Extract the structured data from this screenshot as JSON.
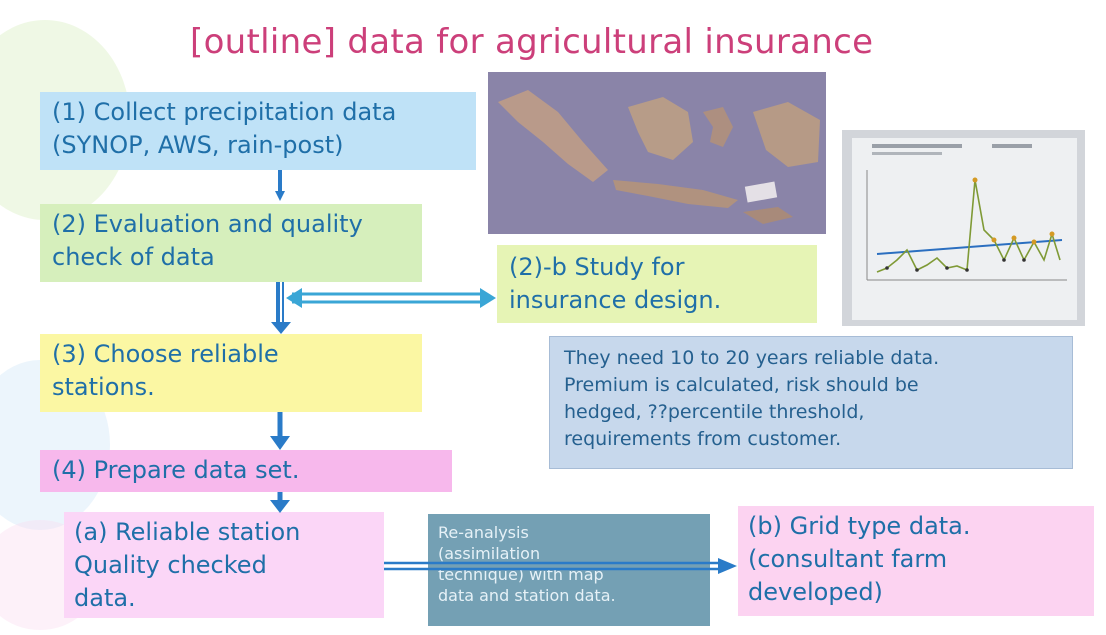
{
  "title": "[outline] data for agricultural insurance",
  "steps": {
    "collect": [
      "(1) Collect precipitation data",
      "(SYNOP, AWS, rain-post)"
    ],
    "evaluate": [
      "(2) Evaluation and quality",
      "check of data"
    ],
    "study": [
      "(2)-b Study for",
      "insurance design."
    ],
    "choose": [
      "(3) Choose reliable",
      "stations."
    ],
    "prepare": [
      "(4) Prepare data set."
    ],
    "reliable": [
      "(a) Reliable station",
      "Quality checked",
      "data."
    ],
    "grid": [
      "(b) Grid type data.",
      "(consultant farm",
      "developed)"
    ]
  },
  "info_lines": [
    "They need 10 to 20 years reliable data.",
    "Premium is calculated, risk should be",
    "hedged, ??percentile threshold,",
    "requirements from customer."
  ],
  "reanalysis_lines": [
    "Re-analysis",
    "(assimilation",
    "technique) with map",
    "data and station data."
  ],
  "colors": {
    "title": "#cc3f7a",
    "text": "#1f6fa8",
    "arrow": "#2a7bc8",
    "step1_bg": "#bfe2f7",
    "step2_bg": "#d6efbc",
    "step2b_bg": "#e6f4b5",
    "step3_bg": "#fbf7a3",
    "step4_bg": "#f7b8ec",
    "info_bg": "#c7d8ec",
    "reanalysis_bg": "#74a0b4"
  }
}
